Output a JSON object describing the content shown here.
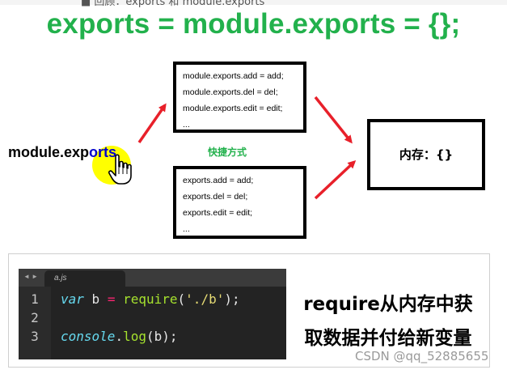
{
  "top_strip": "■ 回顾：exports 和 module.exports",
  "headline": "exports = module.exports = {};",
  "module_exports_label": {
    "head": "module.exp",
    "tail": "orts"
  },
  "shortcut_label": "快捷方式",
  "module_exports_box": {
    "lines": [
      "module.exports.add = add;",
      "module.exports.del = del;",
      "module.exports.edit = edit;",
      "..."
    ]
  },
  "exports_box": {
    "lines": [
      "exports.add = add;",
      "exports.del = del;",
      "exports.edit = edit;",
      "..."
    ]
  },
  "memory_box": {
    "label": "内存：{}"
  },
  "editor": {
    "nav": "◄ ►",
    "tab": "a.js",
    "line_numbers": [
      "1",
      "2",
      "3"
    ],
    "line1": {
      "kw": "var",
      "ident": " b ",
      "op": "=",
      "sp": " ",
      "fn": "require",
      "lp": "(",
      "str": "'./b'",
      "rp": ");"
    },
    "line3": {
      "obj": "console",
      "dot": ".",
      "method": "log",
      "args": "(b);"
    }
  },
  "caption": {
    "line1": "require从内存中获",
    "line2": "取数据并付给新变量"
  },
  "watermark": "CSDN @qq_52885655",
  "colors": {
    "headline": "#22b14c",
    "arrow": "#e8202a",
    "highlight": "#ffff00",
    "link_text": "#0000cc"
  },
  "icons": [
    "hand-pointer-cursor-icon"
  ]
}
